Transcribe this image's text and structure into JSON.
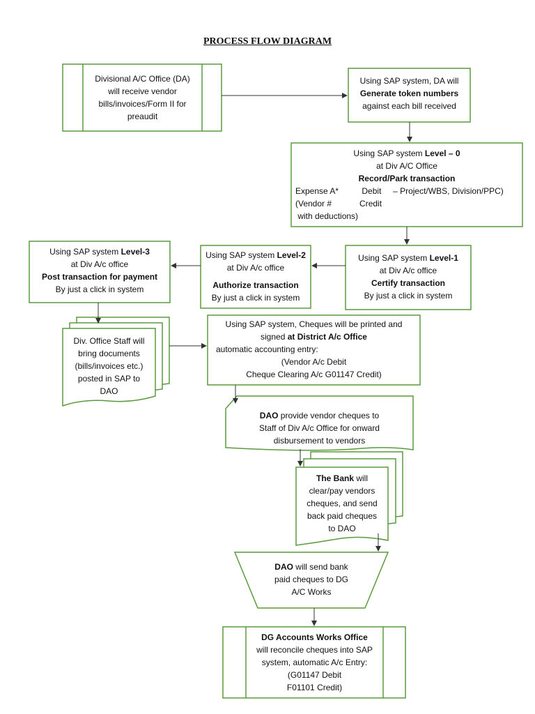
{
  "title": "PROCESS FLOW DIAGRAM",
  "nodes": {
    "da_receive": {
      "lines": [
        "Divisional A/C Office (DA)",
        "will receive vendor",
        "bills/invoices/Form II for",
        "preaudit"
      ]
    },
    "token": {
      "line1": "Using SAP system, DA will",
      "line2_bold": "Generate token numbers",
      "line3": "against each bill received"
    },
    "level0": {
      "line1_pre": "Using SAP system ",
      "line1_bold": "Level – 0",
      "line2": "at Div A/C Office",
      "line3_bold": "Record/Park transaction",
      "row1": "Expense A*          Debit     – Project/WBS, Division/PPC)",
      "row2": "(Vendor #            Credit",
      "row3": " with deductions)"
    },
    "level1": {
      "line1_pre": "Using SAP system ",
      "line1_bold": "Level-1",
      "line2": "at Div A/c office",
      "line3_bold": "Certify transaction",
      "line4": "By just a click in system"
    },
    "level2": {
      "line1_pre": "Using SAP system ",
      "line1_bold": "Level-2",
      "line2": "at Div A/c office",
      "line3_bold": "Authorize transaction",
      "line4": "By just a click in system"
    },
    "level3": {
      "line1_pre": "Using SAP system ",
      "line1_bold": "Level-3",
      "line2": "at Div A/c office",
      "line3_bold": "Post transaction for payment",
      "line4": "By just a click in system"
    },
    "staff_docs": {
      "lines": [
        "Div. Office Staff will",
        "bring documents",
        "(bills/invoices etc.)",
        "posted in SAP to",
        "DAO"
      ]
    },
    "cheques_printed": {
      "line1": "Using SAP system, Cheques will be printed and",
      "line2_pre": "signed ",
      "line2_bold": "at District A/c Office",
      "line3": "automatic accounting entry:",
      "line4": "(Vendor A/c Debit",
      "line5": "Cheque Clearing A/c G01147 Credit)"
    },
    "dao_provide": {
      "line1_bold": "DAO",
      "line1_post": " provide vendor cheques to",
      "line2": "Staff of Div A/c Office for onward",
      "line3": "disbursement to vendors"
    },
    "bank": {
      "line1_bold": "The Bank",
      "line1_post": " will",
      "line2": "clear/pay vendors",
      "line3": "cheques, and send",
      "line4": "back paid cheques",
      "line5": "to DAO"
    },
    "dao_send": {
      "line1_bold": "DAO",
      "line1_post": " will send bank",
      "line2": "paid cheques to DG",
      "line3": "A/C Works"
    },
    "dg_office": {
      "line1_bold": "DG Accounts Works Office",
      "line2": "will reconcile cheques into SAP",
      "line3": "system, automatic A/c Entry:",
      "line4": "(G01147 Debit",
      "line5": "F01101 Credit)"
    }
  },
  "colors": {
    "border": "#5a9a3c",
    "arrow": "#333333"
  }
}
